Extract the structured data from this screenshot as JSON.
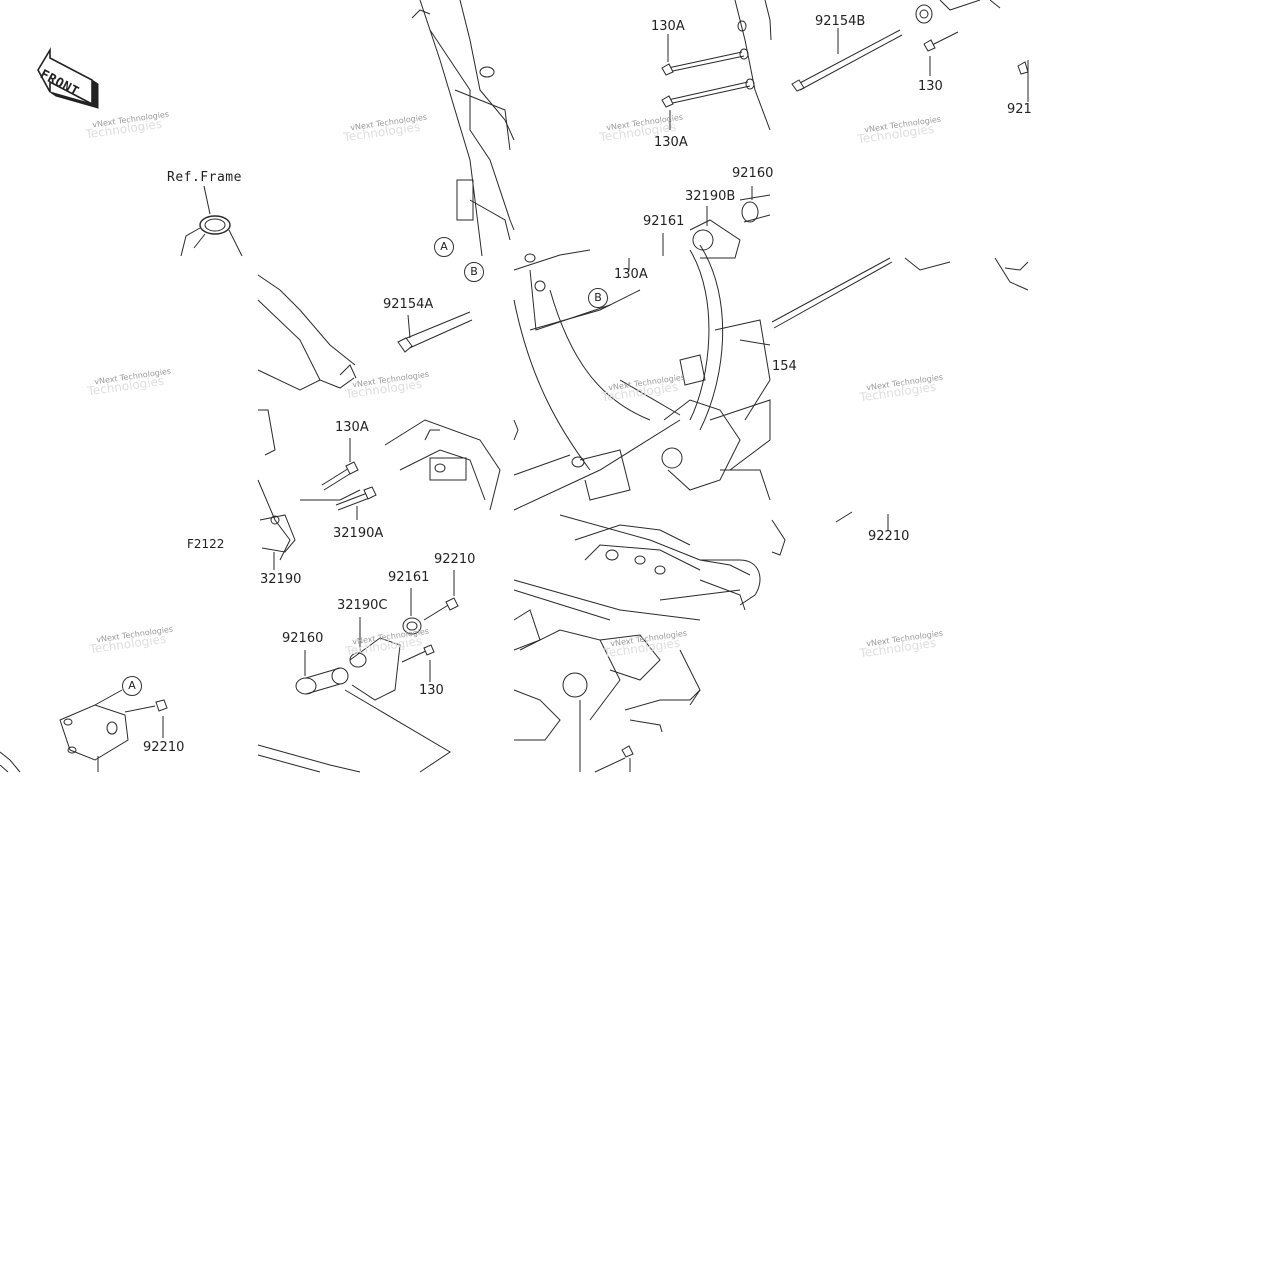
{
  "diagram": {
    "front_label": "FRONT",
    "ref_label": "Ref.Frame",
    "figure_code": "F2122",
    "watermark": "vNext Technologies",
    "watermark_ghost": "Technologies",
    "callouts": {
      "A": "A",
      "B": "B"
    },
    "parts": {
      "p130A_1": "130A",
      "p130A_2": "130A",
      "p130A_3": "130A",
      "p130A_4": "130A",
      "p130_1": "130",
      "p130_2": "130",
      "p92154A": "92154A",
      "p92154B": "92154B",
      "p154": "154",
      "p921": "921",
      "p92160_1": "92160",
      "p92160_2": "92160",
      "p92161_1": "92161",
      "p92161_2": "92161",
      "p32190": "32190",
      "p32190A": "32190A",
      "p32190B": "32190B",
      "p32190C": "32190C",
      "p92210_1": "92210",
      "p92210_2": "92210",
      "p92210_3": "92210"
    }
  }
}
